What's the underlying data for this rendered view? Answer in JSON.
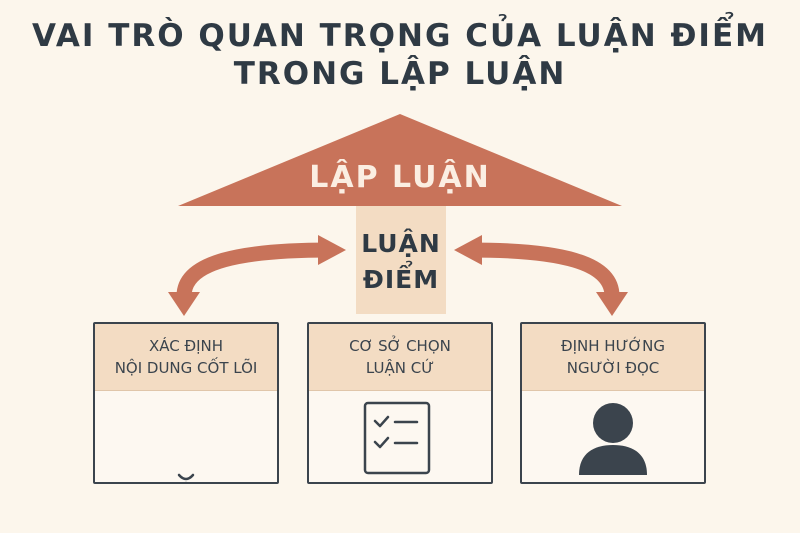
{
  "title": {
    "line1": "VAI TRÒ QUAN TRỌNG CỦA LUẬN ĐIỂM",
    "line2": "TRONG LẬP LUẬN"
  },
  "roof": {
    "label": "LẬP LUẬN",
    "color": "#c8735a"
  },
  "pillar": {
    "line1": "LUẬN",
    "line2": "ĐIỂM",
    "color": "#f3dcc3"
  },
  "boxes": [
    {
      "line1": "XÁC ĐỊNH",
      "line2": "NỘI DUNG CỐT LÕI",
      "icon": "scales-icon"
    },
    {
      "line1": "CƠ SỞ CHỌN",
      "line2": "LUẬN CỨ",
      "icon": "checklist-icon"
    },
    {
      "line1": "ĐỊNH HƯỚNG",
      "line2": "NGƯỜI ĐỌC",
      "icon": "user-icon"
    }
  ],
  "colors": {
    "background": "#fcf6ec",
    "text": "#2f3a44",
    "arrow": "#c8735a",
    "box_header": "#f3dcc3",
    "icon": "#3b444d"
  }
}
